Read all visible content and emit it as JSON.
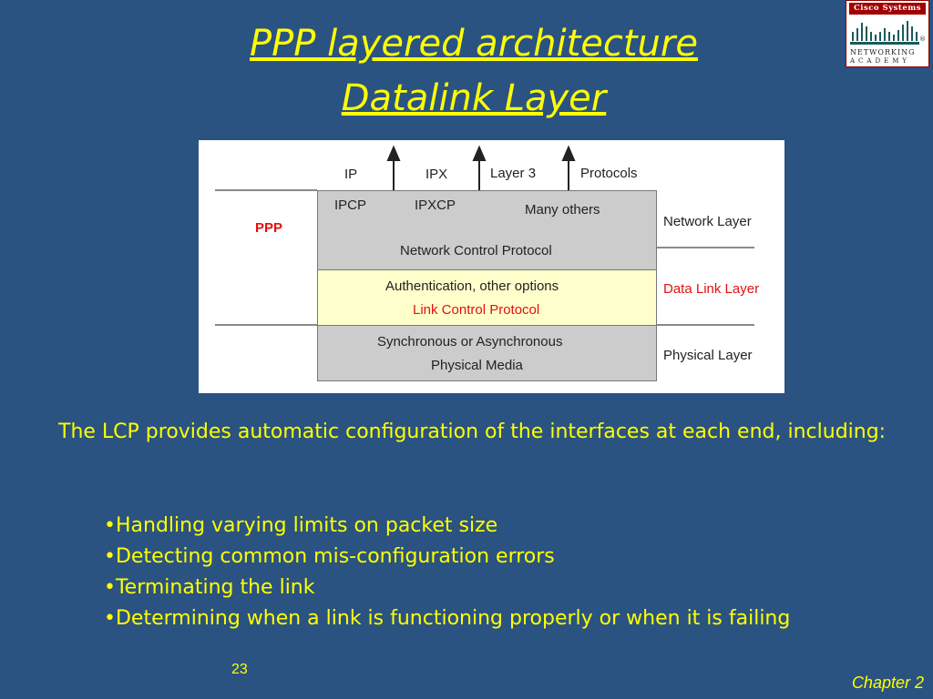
{
  "slide": {
    "title_line1": "PPP layered architecture",
    "title_line2": "Datalink Layer",
    "logo": {
      "brand": "Cisco Systems",
      "line1": "Networking",
      "line2": "Academy",
      "registered": "®"
    },
    "diagram": {
      "top_labels": [
        "IP",
        "IPX",
        "Layer 3",
        "Protocols"
      ],
      "ppp_label": "PPP",
      "ncp": {
        "item1": "IPCP",
        "item2": "IPXCP",
        "item3": "Many others",
        "name": "Network Control Protocol"
      },
      "lcp": {
        "line1": "Authentication, other options",
        "name": "Link Control Protocol"
      },
      "phys": {
        "line1": "Synchronous or Asynchronous",
        "line2": "Physical Media"
      },
      "layers": {
        "network": "Network Layer",
        "datalink": "Data Link Layer",
        "physical": "Physical Layer"
      },
      "colors": {
        "ncp_fill": "#cccccc",
        "lcp_fill": "#ffffcc",
        "phys_fill": "#cccccc",
        "accent_red": "#e31010"
      }
    },
    "paragraph": "The LCP provides automatic configuration of the interfaces at each end, including:",
    "bullets": [
      "•Handling varying limits on packet size",
      "•Detecting common mis-configuration errors",
      "•Terminating the link",
      "•Determining when a link is functioning properly or when it is failing"
    ],
    "page_number": "23",
    "chapter": "Chapter 2",
    "colors": {
      "background": "#2a5381",
      "text": "#ffff00"
    }
  }
}
